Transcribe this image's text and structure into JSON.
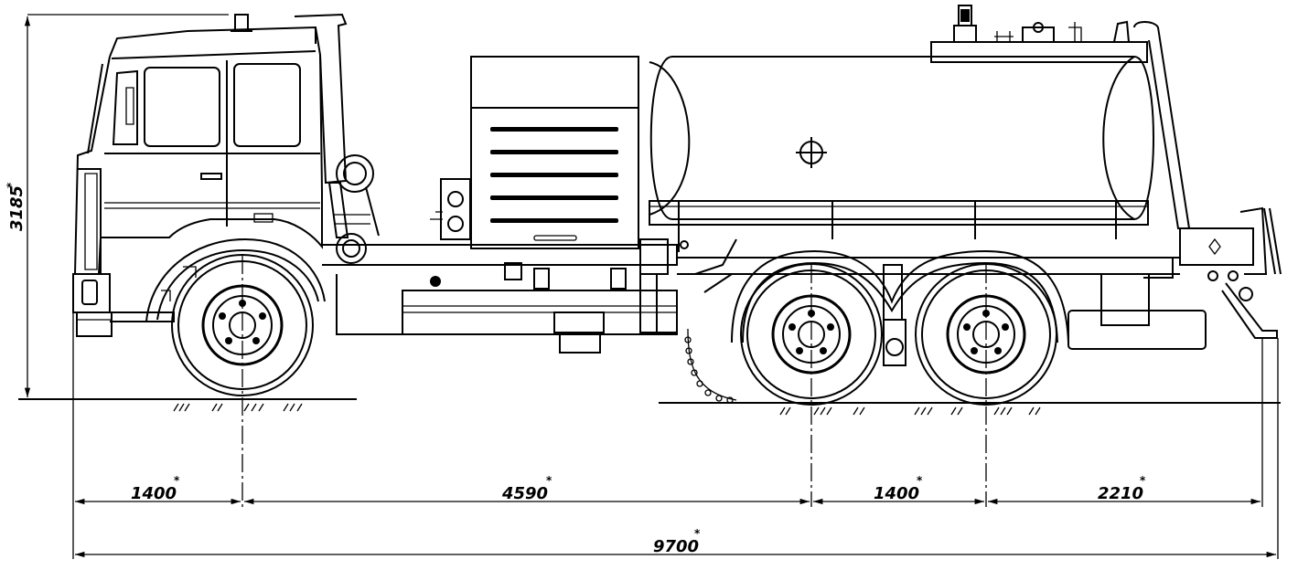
{
  "drawing": {
    "dimensions": {
      "height": "3185",
      "front_overhang": "1400",
      "wheelbase_front": "4590",
      "wheelbase_rear": "1400",
      "rear_overhang": "2210",
      "overall_length": "9700"
    },
    "dimension_mark": "*"
  }
}
